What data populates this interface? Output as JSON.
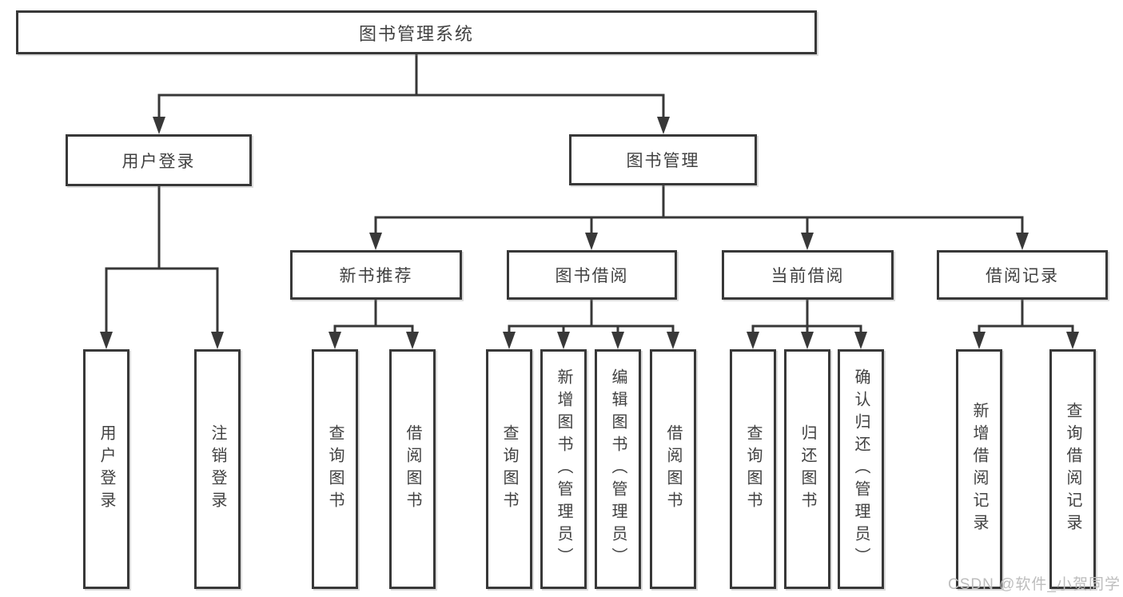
{
  "colors": {
    "line": "#383838",
    "text": "#414141",
    "background": "#ffffff",
    "watermark": "#bdbdbd"
  },
  "watermark": "CSDN @软件_小贺同学",
  "tree": {
    "label": "图书管理系统",
    "children": [
      {
        "label": "用户登录",
        "children": [
          {
            "label": "用户登录"
          },
          {
            "label": "注销登录"
          }
        ]
      },
      {
        "label": "图书管理",
        "children": [
          {
            "label": "新书推荐",
            "children": [
              {
                "label": "查询图书"
              },
              {
                "label": "借阅图书"
              }
            ]
          },
          {
            "label": "图书借阅",
            "children": [
              {
                "label": "查询图书"
              },
              {
                "label": "新增图书（管理员）"
              },
              {
                "label": "编辑图书（管理员）"
              },
              {
                "label": "借阅图书"
              }
            ]
          },
          {
            "label": "当前借阅",
            "children": [
              {
                "label": "查询图书"
              },
              {
                "label": "归还图书"
              },
              {
                "label": "确认归还（管理员）"
              }
            ]
          },
          {
            "label": "借阅记录",
            "children": [
              {
                "label": "新增借阅记录"
              },
              {
                "label": "查询借阅记录"
              }
            ]
          }
        ]
      }
    ]
  }
}
